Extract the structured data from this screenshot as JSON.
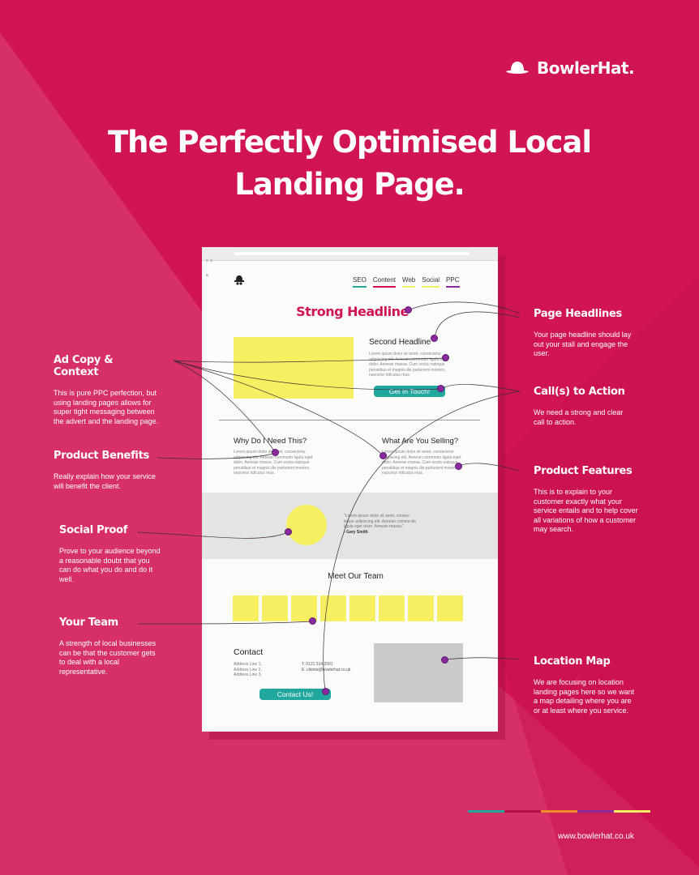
{
  "brand": {
    "name": "BowlerHat.",
    "icon": "bowler-hat-icon"
  },
  "title": {
    "line1": "The Perfectly Optimised Local",
    "line2": "Landing Page."
  },
  "colors": {
    "background": "#d01454",
    "accent_yellow": "#f6ef61",
    "cta_teal": "#21a79d",
    "marker_purple": "#8b2a9e"
  },
  "mockup": {
    "nav": [
      {
        "label": "SEO",
        "color": "#21a79d"
      },
      {
        "label": "Content",
        "color": "#d01454"
      },
      {
        "label": "Web",
        "color": "#f6ef61"
      },
      {
        "label": "Social",
        "color": "#f6ef61"
      },
      {
        "label": "PPC",
        "color": "#8b2a9e"
      }
    ],
    "headline": "Strong Headline",
    "second_headline": "Second Headline",
    "lorem_hero": "Lorem ipsum dolor sit amet, consectetur adipiscing elit. Aenean commodo ligula eget dolor. Aenean massa. Cum sociis natoque penatibus et magnis dis parturient montes, nascetur ridiculus mus.",
    "cta_primary": "Get In Touch!",
    "why_title": "Why Do I Need This?",
    "why_text": "Lorem ipsum dolor sit amet, consectetur adipiscing elit. Aenean commodo ligula eget dolor. Aenean massa. Cum sociis natoque penatibus et magnis dis parturient montes, nascetur ridiculus mus.",
    "what_title": "What Are You Selling?",
    "what_text": "Lorem ipsum dolor sit amet, consectetur adipiscing elit. Aenean commodo ligula eget dolor. Aenean massa. Cum sociis natoque penatibus et magnis dis parturient montes, nascetur ridiculus mus.",
    "testimonial": "\"Lorem ipsum dolor sit amet, consec-tetuer adipiscing elit. Aenean commo-do ligula eget dolor. Aenean massa.\"",
    "testimonial_author": "- Gary Smith",
    "team_title": "Meet Our Team",
    "contact_title": "Contact",
    "address": [
      "Address Line 1,",
      "Address Line 2,",
      "Address Line 3,"
    ],
    "phone": "T: 0121 314 2001",
    "email": "E: clients@bowlerhat.co.uk",
    "cta_contact": "Contact Us!"
  },
  "annotations": {
    "ad_copy": {
      "title": "Ad Copy & Context",
      "desc": "This is pure PPC perfection, but using landing pages allows for super tight messaging between the advert and the landing page."
    },
    "product_benefits": {
      "title": "Product Benefits",
      "desc": "Really explain how your service will benefit the client."
    },
    "social_proof": {
      "title": "Social Proof",
      "desc": "Prove to your audience beyond a reasonable doubt that you can do what you do and do it well."
    },
    "your_team": {
      "title": "Your Team",
      "desc": "A strength of local businesses can be that the customer gets to deal with a local representative."
    },
    "page_headlines": {
      "title": "Page Headlines",
      "desc": "Your page headline should lay out your stall and engage the user."
    },
    "calls_to_action": {
      "title": "Call(s) to Action",
      "desc": "We need a strong and clear call to action."
    },
    "product_features": {
      "title": "Product Features",
      "desc": "This is to explain to your customer exactly what your service entails and to help cover all variations of how a customer may search."
    },
    "location_map": {
      "title": "Location Map",
      "desc": "We are focusing on location landing pages here so we want a map detailing where you are or at least where you service."
    }
  },
  "footer": {
    "url": "www.bowlerhat.co.uk",
    "bar_colors": [
      "#21a79d",
      "#d01454",
      "#f08a24",
      "#8b2a9e",
      "#f6ef61"
    ]
  }
}
